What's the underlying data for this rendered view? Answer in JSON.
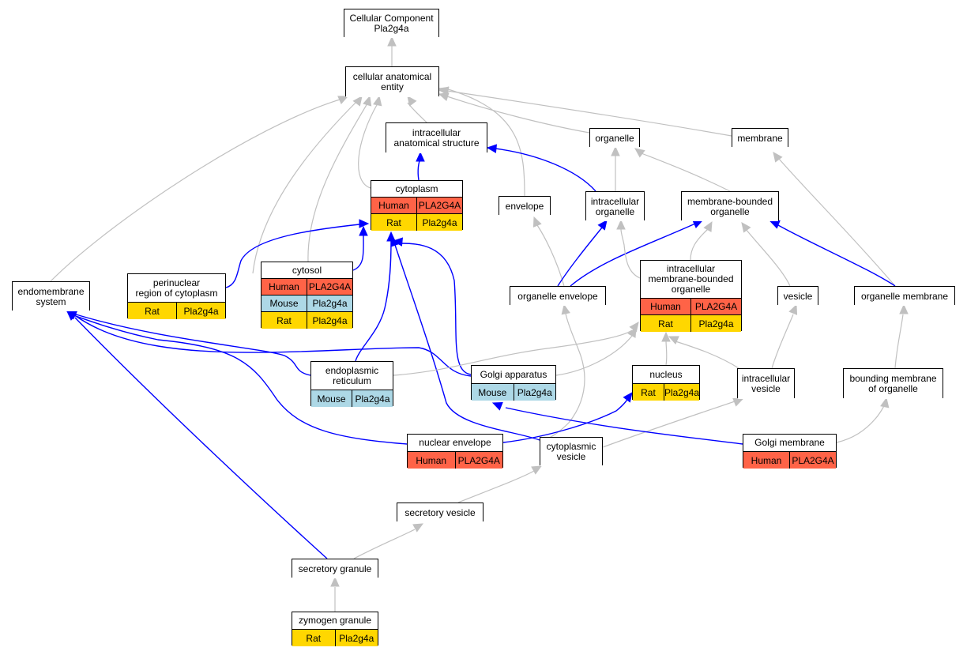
{
  "colors": {
    "Human": "#ff6347",
    "Mouse": "#add8e6",
    "Rat": "#ffd700",
    "is_a_edge": "#c0c0c0",
    "part_of_edge": "#0000ff"
  },
  "nodes": [
    {
      "id": "cellular-component",
      "label": "Cellular Component\nPla2g4a",
      "rows": []
    },
    {
      "id": "cellular-anatomical-entity",
      "label": "cellular anatomical\nentity",
      "rows": []
    },
    {
      "id": "intracellular-anatomical-structure",
      "label": "intracellular\nanatomical structure",
      "rows": []
    },
    {
      "id": "organelle",
      "label": "organelle",
      "rows": []
    },
    {
      "id": "membrane",
      "label": "membrane",
      "rows": []
    },
    {
      "id": "cytoplasm",
      "label": "cytoplasm",
      "rows": [
        {
          "species": "Human",
          "gene": "PLA2G4A"
        },
        {
          "species": "Rat",
          "gene": "Pla2g4a"
        }
      ]
    },
    {
      "id": "envelope",
      "label": "envelope",
      "rows": []
    },
    {
      "id": "intracellular-organelle",
      "label": "intracellular\norganelle",
      "rows": []
    },
    {
      "id": "membrane-bounded-organelle",
      "label": "membrane-bounded\norganelle",
      "rows": []
    },
    {
      "id": "perinuclear-region",
      "label": "perinuclear\nregion of cytoplasm",
      "rows": [
        {
          "species": "Rat",
          "gene": "Pla2g4a"
        }
      ]
    },
    {
      "id": "cytosol",
      "label": "cytosol",
      "rows": [
        {
          "species": "Human",
          "gene": "PLA2G4A"
        },
        {
          "species": "Mouse",
          "gene": "Pla2g4a"
        },
        {
          "species": "Rat",
          "gene": "Pla2g4a"
        }
      ]
    },
    {
      "id": "endomembrane-system",
      "label": "endomembrane\nsystem",
      "rows": []
    },
    {
      "id": "intracellular-membrane-bounded-organelle",
      "label": "intracellular\nmembrane-bounded\norganelle",
      "rows": [
        {
          "species": "Human",
          "gene": "PLA2G4A"
        },
        {
          "species": "Rat",
          "gene": "Pla2g4a"
        }
      ]
    },
    {
      "id": "organelle-envelope",
      "label": "organelle envelope",
      "rows": []
    },
    {
      "id": "vesicle",
      "label": "vesicle",
      "rows": []
    },
    {
      "id": "organelle-membrane",
      "label": "organelle membrane",
      "rows": []
    },
    {
      "id": "endoplasmic-reticulum",
      "label": "endoplasmic\nreticulum",
      "rows": [
        {
          "species": "Mouse",
          "gene": "Pla2g4a"
        }
      ]
    },
    {
      "id": "golgi-apparatus",
      "label": "Golgi apparatus",
      "rows": [
        {
          "species": "Mouse",
          "gene": "Pla2g4a"
        }
      ]
    },
    {
      "id": "nucleus",
      "label": "nucleus",
      "rows": [
        {
          "species": "Rat",
          "gene": "Pla2g4a"
        }
      ]
    },
    {
      "id": "intracellular-vesicle",
      "label": "intracellular\nvesicle",
      "rows": []
    },
    {
      "id": "bounding-membrane",
      "label": "bounding membrane\nof organelle",
      "rows": []
    },
    {
      "id": "nuclear-envelope",
      "label": "nuclear envelope",
      "rows": [
        {
          "species": "Human",
          "gene": "PLA2G4A"
        }
      ]
    },
    {
      "id": "cytoplasmic-vesicle",
      "label": "cytoplasmic\nvesicle",
      "rows": []
    },
    {
      "id": "golgi-membrane",
      "label": "Golgi membrane",
      "rows": [
        {
          "species": "Human",
          "gene": "PLA2G4A"
        }
      ]
    },
    {
      "id": "secretory-vesicle",
      "label": "secretory vesicle",
      "rows": []
    },
    {
      "id": "secretory-granule",
      "label": "secretory granule",
      "rows": []
    },
    {
      "id": "zymogen-granule",
      "label": "zymogen granule",
      "rows": [
        {
          "species": "Rat",
          "gene": "Pla2g4a"
        }
      ]
    }
  ],
  "edges": [
    {
      "from": "cellular-anatomical-entity",
      "to": "cellular-component",
      "type": "is_a"
    },
    {
      "from": "intracellular-anatomical-structure",
      "to": "cellular-anatomical-entity",
      "type": "is_a"
    },
    {
      "from": "organelle",
      "to": "cellular-anatomical-entity",
      "type": "is_a"
    },
    {
      "from": "membrane",
      "to": "cellular-anatomical-entity",
      "type": "is_a"
    },
    {
      "from": "envelope",
      "to": "cellular-anatomical-entity",
      "type": "is_a"
    },
    {
      "from": "cytoplasm",
      "to": "cellular-anatomical-entity",
      "type": "is_a"
    },
    {
      "from": "cytosol",
      "to": "cellular-anatomical-entity",
      "type": "is_a"
    },
    {
      "from": "perinuclear-region",
      "to": "cellular-anatomical-entity",
      "type": "is_a"
    },
    {
      "from": "endomembrane-system",
      "to": "cellular-anatomical-entity",
      "type": "is_a"
    },
    {
      "from": "cytoplasm",
      "to": "intracellular-anatomical-structure",
      "type": "part_of"
    },
    {
      "from": "intracellular-organelle",
      "to": "intracellular-anatomical-structure",
      "type": "part_of"
    },
    {
      "from": "intracellular-organelle",
      "to": "organelle",
      "type": "is_a"
    },
    {
      "from": "membrane-bounded-organelle",
      "to": "organelle",
      "type": "is_a"
    },
    {
      "from": "organelle-membrane",
      "to": "membrane",
      "type": "is_a"
    },
    {
      "from": "perinuclear-region",
      "to": "cytoplasm",
      "type": "part_of"
    },
    {
      "from": "cytosol",
      "to": "cytoplasm",
      "type": "part_of"
    },
    {
      "from": "endoplasmic-reticulum",
      "to": "cytoplasm",
      "type": "part_of"
    },
    {
      "from": "golgi-apparatus",
      "to": "cytoplasm",
      "type": "part_of"
    },
    {
      "from": "cytoplasmic-vesicle",
      "to": "cytoplasm",
      "type": "part_of"
    },
    {
      "from": "organelle-envelope",
      "to": "envelope",
      "type": "is_a"
    },
    {
      "from": "organelle-envelope",
      "to": "intracellular-organelle",
      "type": "part_of"
    },
    {
      "from": "organelle-envelope",
      "to": "membrane-bounded-organelle",
      "type": "part_of"
    },
    {
      "from": "intracellular-membrane-bounded-organelle",
      "to": "intracellular-organelle",
      "type": "is_a"
    },
    {
      "from": "intracellular-membrane-bounded-organelle",
      "to": "membrane-bounded-organelle",
      "type": "is_a"
    },
    {
      "from": "vesicle",
      "to": "membrane-bounded-organelle",
      "type": "is_a"
    },
    {
      "from": "organelle-membrane",
      "to": "membrane-bounded-organelle",
      "type": "part_of"
    },
    {
      "from": "endoplasmic-reticulum",
      "to": "endomembrane-system",
      "type": "part_of"
    },
    {
      "from": "golgi-apparatus",
      "to": "endomembrane-system",
      "type": "part_of"
    },
    {
      "from": "nuclear-envelope",
      "to": "endomembrane-system",
      "type": "part_of"
    },
    {
      "from": "secretory-granule",
      "to": "endomembrane-system",
      "type": "part_of"
    },
    {
      "from": "endoplasmic-reticulum",
      "to": "intracellular-membrane-bounded-organelle",
      "type": "is_a"
    },
    {
      "from": "golgi-apparatus",
      "to": "intracellular-membrane-bounded-organelle",
      "type": "is_a"
    },
    {
      "from": "nucleus",
      "to": "intracellular-membrane-bounded-organelle",
      "type": "is_a"
    },
    {
      "from": "intracellular-vesicle",
      "to": "intracellular-membrane-bounded-organelle",
      "type": "is_a"
    },
    {
      "from": "intracellular-vesicle",
      "to": "vesicle",
      "type": "is_a"
    },
    {
      "from": "bounding-membrane",
      "to": "organelle-membrane",
      "type": "is_a"
    },
    {
      "from": "nuclear-envelope",
      "to": "organelle-envelope",
      "type": "is_a"
    },
    {
      "from": "nuclear-envelope",
      "to": "nucleus",
      "type": "part_of"
    },
    {
      "from": "cytoplasmic-vesicle",
      "to": "intracellular-vesicle",
      "type": "is_a"
    },
    {
      "from": "golgi-membrane",
      "to": "golgi-apparatus",
      "type": "part_of"
    },
    {
      "from": "golgi-membrane",
      "to": "bounding-membrane",
      "type": "is_a"
    },
    {
      "from": "secretory-vesicle",
      "to": "cytoplasmic-vesicle",
      "type": "is_a"
    },
    {
      "from": "secretory-granule",
      "to": "secretory-vesicle",
      "type": "is_a"
    },
    {
      "from": "zymogen-granule",
      "to": "secretory-granule",
      "type": "is_a"
    }
  ]
}
